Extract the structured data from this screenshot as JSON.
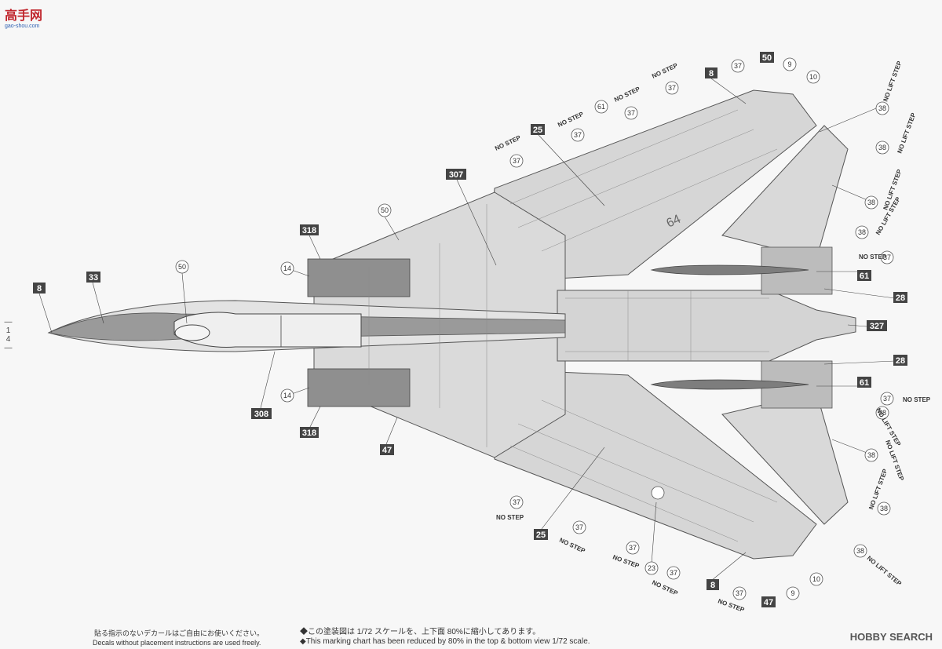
{
  "header": {
    "site_logo": "高手网",
    "site_url": "gao-shou.com"
  },
  "page_number": "—14—",
  "callouts": {
    "b8a": "8",
    "b33": "33",
    "b318a": "318",
    "b318b": "318",
    "b307": "307",
    "b25a": "25",
    "b25b": "25",
    "b308": "308",
    "b47a": "47",
    "b47b": "47",
    "b50": "50",
    "b8b": "8",
    "b8c": "8",
    "b61a": "61",
    "b61b": "61",
    "b28a": "28",
    "b28b": "28",
    "b327": "327",
    "c50a": "50",
    "c50b": "50",
    "c14a": "14",
    "c14b": "14",
    "c37": "37",
    "c61": "61",
    "c9": "9",
    "c10": "10",
    "c38": "38",
    "c23": "23"
  },
  "stencils": {
    "no_step": "NO STEP",
    "no_lift_step": "NO LIFT STEP"
  },
  "aircraft_number": "64",
  "footer": {
    "note_ja": "貼る指示のないデカールはご自由にお使いください。",
    "note_en": "Decals without placement instructions are used freely.",
    "scale_ja": "◆この塗装図は 1/72 スケールを、上下面 80%に縮小してあります。",
    "scale_en": "◆This marking chart has been reduced by 80% in the top & bottom view 1/72 scale.",
    "brand": "HOBBY SEARCH"
  }
}
